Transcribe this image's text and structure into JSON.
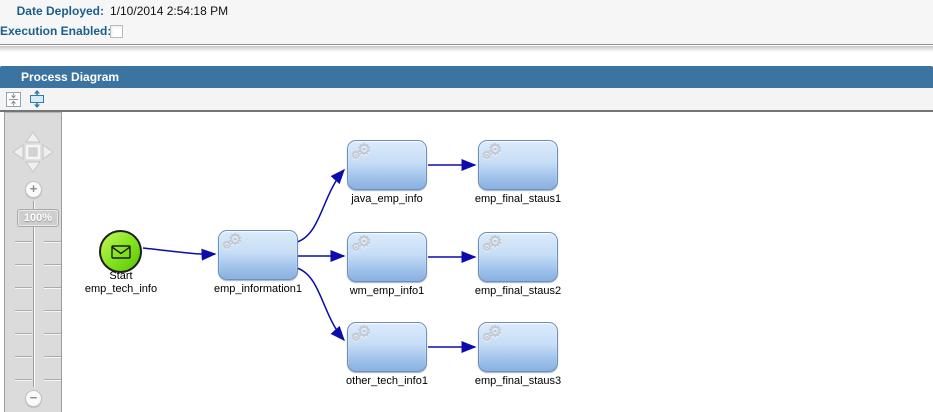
{
  "info_panel": {
    "date_deployed_label": "Date Deployed:",
    "date_deployed_value": "1/10/2014 2:54:18 PM",
    "execution_enabled_label": "Execution Enabled:",
    "execution_enabled_checked": false
  },
  "section": {
    "title": "Process Diagram"
  },
  "toolbar": {
    "icons": [
      "collapse-vertical",
      "expand-vertical"
    ]
  },
  "zoom_control": {
    "zoom_level": "100%",
    "zoom_in_glyph": "+",
    "zoom_out_glyph": "−"
  },
  "icons": {
    "gear": "⚙"
  },
  "diagram": {
    "nodes": [
      {
        "id": "start",
        "type": "start-event",
        "label_line1": "Start",
        "label_line2": "emp_tech_info"
      },
      {
        "id": "emp_information1",
        "type": "task",
        "label": "emp_information1"
      },
      {
        "id": "java_emp_info",
        "type": "task",
        "label": "java_emp_info"
      },
      {
        "id": "emp_final_staus1",
        "type": "task",
        "label": "emp_final_staus1"
      },
      {
        "id": "wm_emp_info1",
        "type": "task",
        "label": "wm_emp_info1"
      },
      {
        "id": "emp_final_staus2",
        "type": "task",
        "label": "emp_final_staus2"
      },
      {
        "id": "other_tech_info1",
        "type": "task",
        "label": "other_tech_info1"
      },
      {
        "id": "emp_final_staus3",
        "type": "task",
        "label": "emp_final_staus3"
      }
    ],
    "edges": [
      {
        "from": "start",
        "to": "emp_information1"
      },
      {
        "from": "emp_information1",
        "to": "java_emp_info"
      },
      {
        "from": "emp_information1",
        "to": "wm_emp_info1"
      },
      {
        "from": "emp_information1",
        "to": "other_tech_info1"
      },
      {
        "from": "java_emp_info",
        "to": "emp_final_staus1"
      },
      {
        "from": "wm_emp_info1",
        "to": "emp_final_staus2"
      },
      {
        "from": "other_tech_info1",
        "to": "emp_final_staus3"
      }
    ]
  },
  "colors": {
    "header_bar": "#3b73a1",
    "info_label": "#1b5e8e",
    "task_fill_top": "#dcebfb",
    "task_fill_bottom": "#8ab1e0",
    "task_border": "#6b90c0",
    "start_fill_top": "#c9f55c",
    "start_fill_bottom": "#54c702",
    "arrow": "#0c0cae"
  }
}
